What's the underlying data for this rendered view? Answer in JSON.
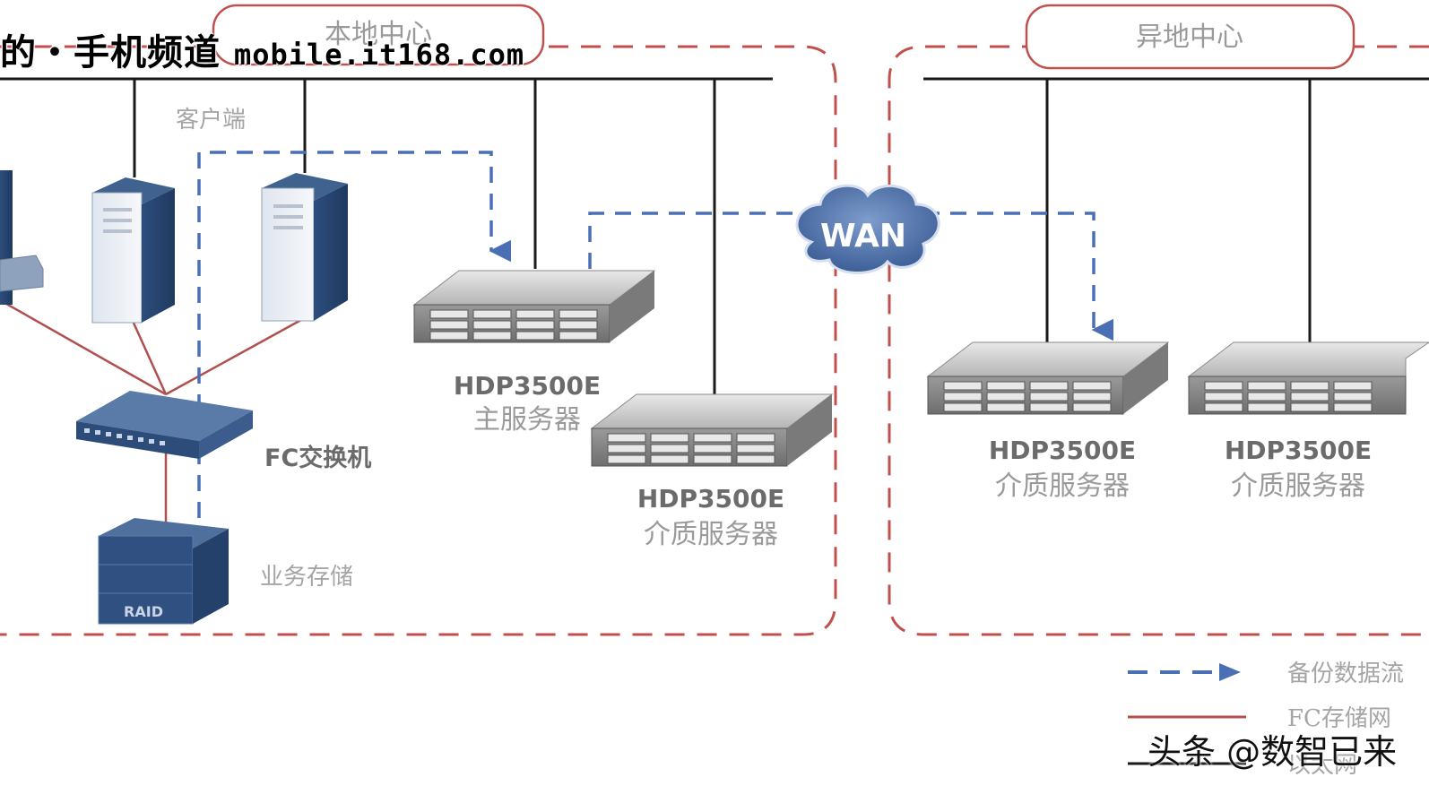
{
  "watermark": {
    "prefix": "的・手机频道",
    "site": "mobile.it168.com"
  },
  "sites": {
    "local": {
      "label": "本地中心"
    },
    "remote": {
      "label": "异地中心"
    }
  },
  "labels": {
    "client": "客户端",
    "wan": "WAN",
    "fc_switch": "FC交换机",
    "business_storage": "业务存储",
    "raid": "RAID",
    "main_server_model": "HDP3500E",
    "main_server_role": "主服务器",
    "media1_model": "HDP3500E",
    "media1_role": "介质服务器",
    "media2_model": "HDP3500E",
    "media2_role": "介质服务器",
    "media3_model": "HDP3500E",
    "media3_role": "介质服务器"
  },
  "legend": {
    "backup_flow": "备份数据流",
    "fc_network": "FC存储网",
    "ethernet": "以太网"
  },
  "colors": {
    "dashed_boundary": "#c0504d",
    "backup_arrow": "#4a6fb5",
    "fc_line": "#b0504e",
    "lan_line": "#1a1a1a",
    "wan_cloud": "#5a7db8"
  },
  "credit": "头条 @数智已来"
}
